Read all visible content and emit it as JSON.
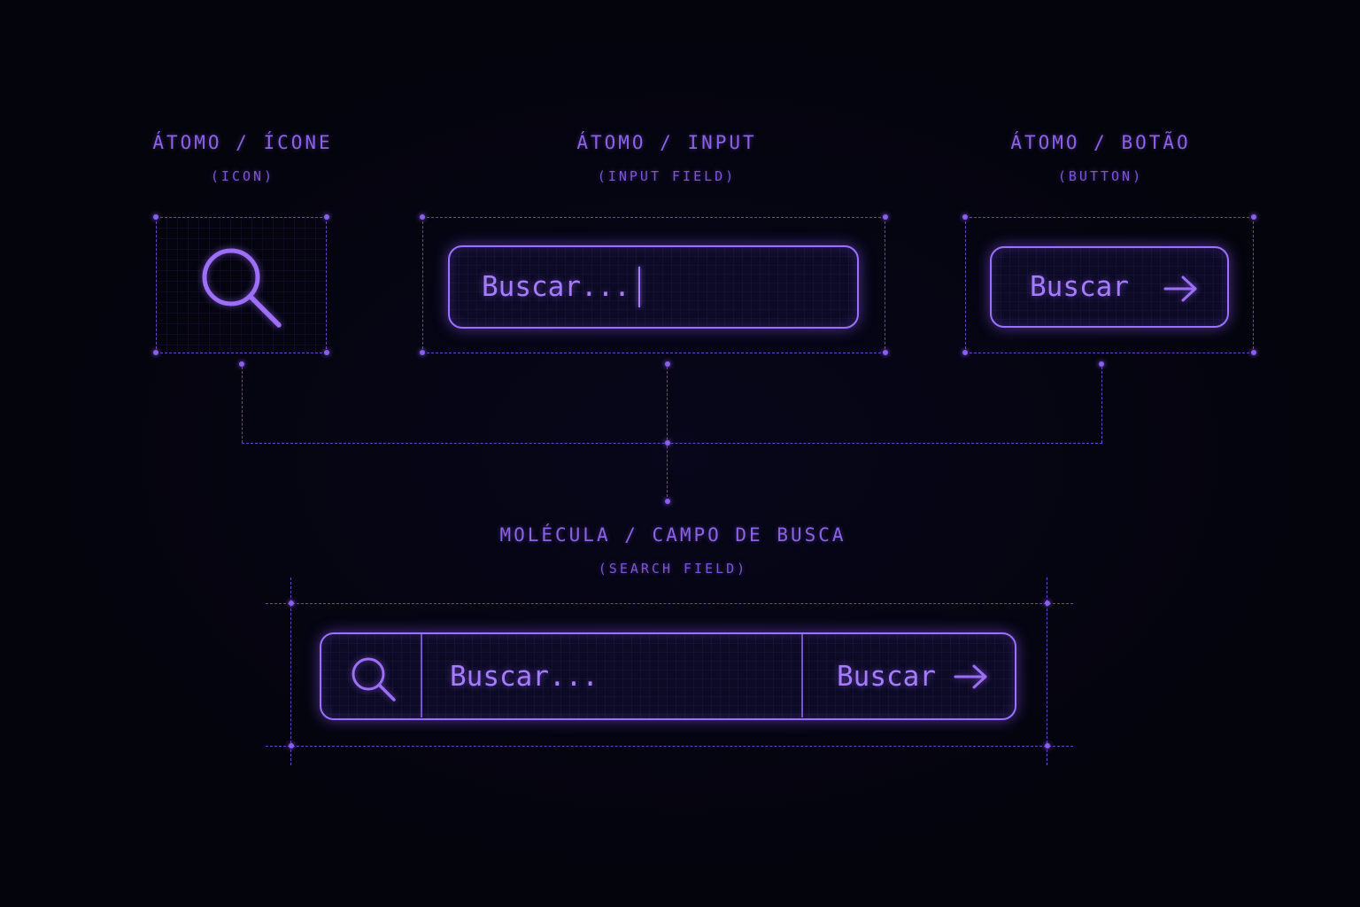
{
  "atoms": {
    "icon": {
      "title": "ÁTOMO / ÍCONE",
      "subtitle": "(ICON)"
    },
    "input": {
      "title": "ÁTOMO / INPUT",
      "subtitle": "(INPUT FIELD)",
      "placeholder": "Buscar..."
    },
    "button": {
      "title": "ÁTOMO / BOTÃO",
      "subtitle": "(BUTTON)",
      "label": "Buscar"
    }
  },
  "molecule": {
    "title": "MOLÉCULA / CAMPO DE BUSCA",
    "subtitle": "(SEARCH FIELD)",
    "placeholder": "Buscar...",
    "button_label": "Buscar"
  },
  "icons": {
    "search": "search-icon",
    "arrow": "arrow-right-icon"
  },
  "colors": {
    "background": "#04040c",
    "accent": "#9b70ff",
    "guide": "#6a45c7",
    "text": "#8c62e8"
  }
}
